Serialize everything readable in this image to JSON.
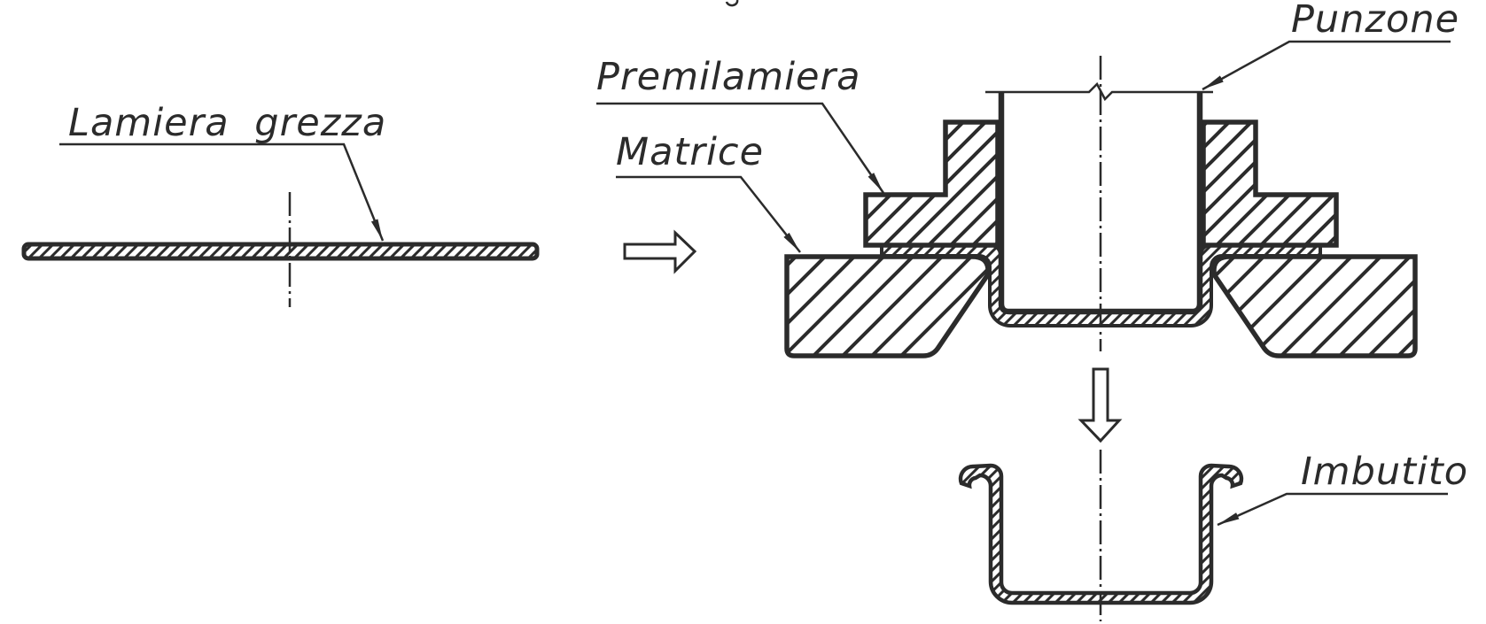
{
  "colors": {
    "ink": "#2b2b2b",
    "background": "#ffffff"
  },
  "labels": {
    "blank": {
      "text": "Lamiera grezza"
    },
    "blank_holder": {
      "text": "Premilamiera"
    },
    "die": {
      "text": "Matrice"
    },
    "punch": {
      "text": "Punzone"
    },
    "drawn_part": {
      "text": "Imbutito"
    }
  },
  "process": {
    "step_arrows": [
      "right",
      "down"
    ]
  },
  "artifact": {
    "note": "tiny cropped character fragment at top edge"
  }
}
